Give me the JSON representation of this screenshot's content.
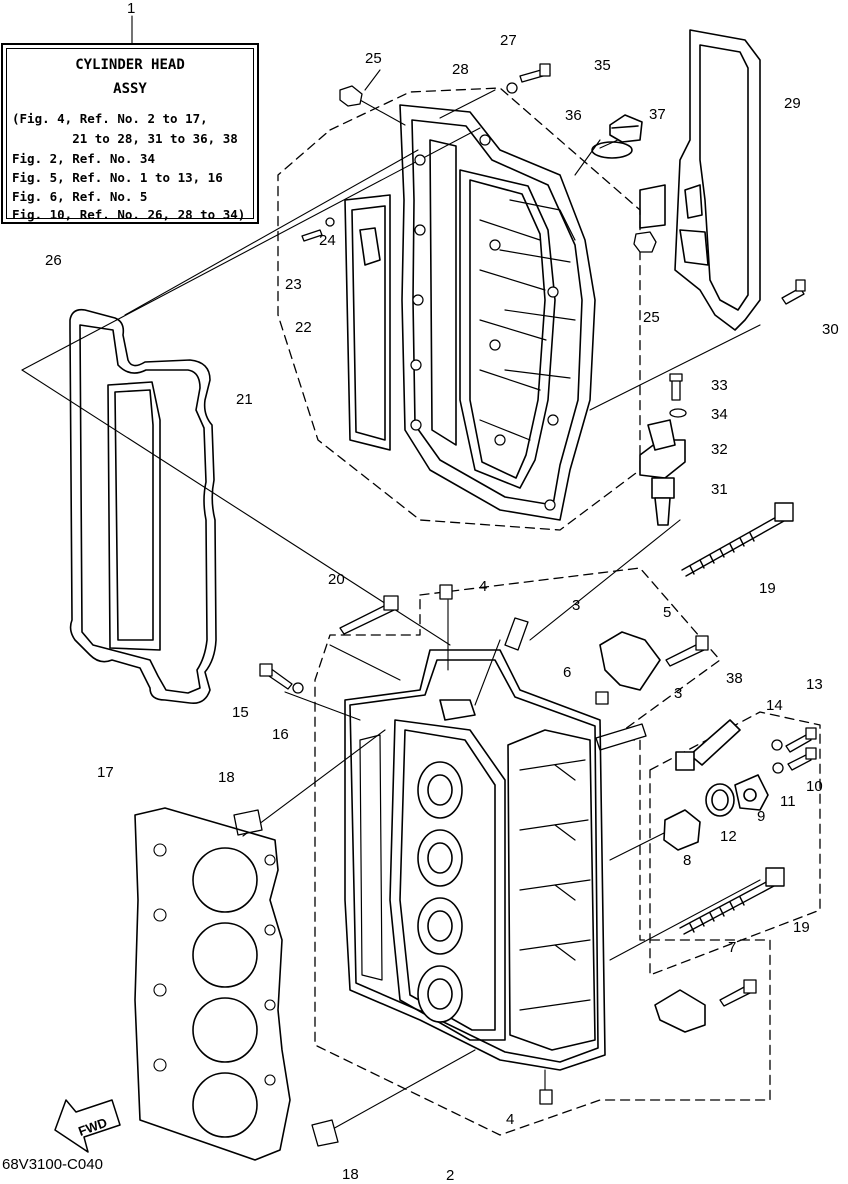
{
  "legend": {
    "ref": "1",
    "title_line1": "CYLINDER HEAD",
    "title_line2": "ASSY",
    "lines": [
      "(Fig. 4, Ref. No. 2 to 17,",
      "        21 to 28, 31 to 36, 38",
      "Fig. 2, Ref. No. 34",
      "Fig. 5, Ref. No. 1 to 13, 16",
      "Fig. 6, Ref. No. 5",
      "Fig. 10, Ref. No. 26, 28 to 34)"
    ]
  },
  "callouts": [
    "2",
    "3",
    "3",
    "4",
    "4",
    "5",
    "6",
    "7",
    "8",
    "9",
    "10",
    "11",
    "12",
    "13",
    "14",
    "15",
    "16",
    "17",
    "18",
    "18",
    "19",
    "19",
    "20",
    "21",
    "22",
    "23",
    "24",
    "25",
    "25",
    "26",
    "27",
    "28",
    "29",
    "30",
    "31",
    "32",
    "33",
    "34",
    "35",
    "36",
    "37",
    "38"
  ],
  "fwd_label": "FWD",
  "diagram_code": "68V3100-C040"
}
